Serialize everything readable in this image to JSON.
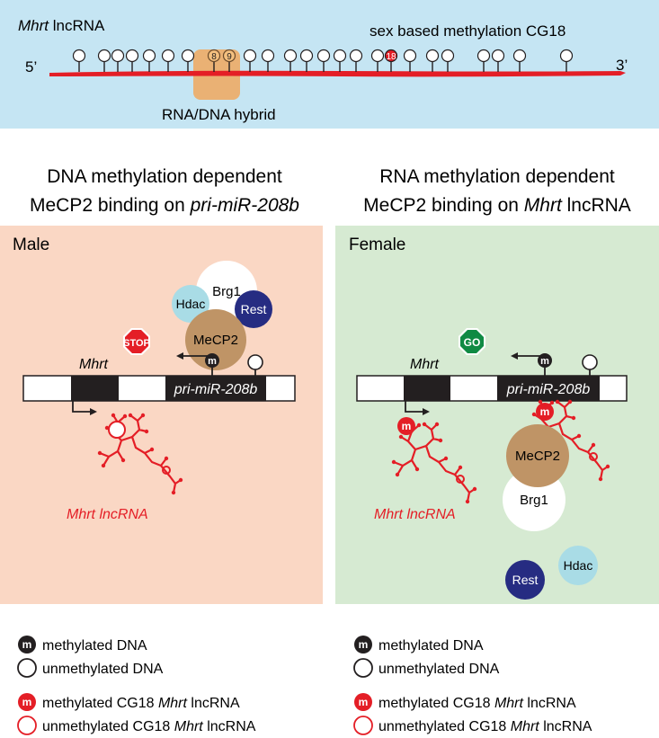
{
  "top_panel": {
    "title_gene": "Mhrt",
    "title_rest": " lncRNA",
    "methylation_label": "sex based methylation CG18",
    "five_prime": "5’",
    "three_prime": "3’",
    "hybrid_label": "RNA/DNA hybrid",
    "site_labels": [
      "8",
      "9",
      "18"
    ]
  },
  "left": {
    "heading_line1": "DNA methylation dependent",
    "heading_line2_prefix": "MeCP2 binding on ",
    "heading_line2_italic": "pri-miR-208b",
    "panel_label": "Male",
    "stop_sign": "STOP",
    "mhrt_label": "Mhrt",
    "gene_label": "pri-miR-208b",
    "proteins": {
      "brg1": "Brg1",
      "hdac": "Hdac",
      "rest": "Rest",
      "mecp2": "MeCP2"
    },
    "lncrna_label": "Mhrt lncRNA",
    "m_mark": "m"
  },
  "right": {
    "heading_line1": "RNA methylation dependent",
    "heading_line2_prefix": "MeCP2 binding on ",
    "heading_line2_italic": "Mhrt",
    "heading_line2_suffix": " lncRNA",
    "panel_label": "Female",
    "go_sign": "GO",
    "mhrt_label": "Mhrt",
    "gene_label": "pri-miR-208b",
    "proteins": {
      "brg1": "Brg1",
      "hdac": "Hdac",
      "rest": "Rest",
      "mecp2": "MeCP2"
    },
    "lncrna_label": "Mhrt lncRNA",
    "m_mark": "m"
  },
  "legend": {
    "methylated_dna": "methylated DNA",
    "unmethylated_dna": "unmethylated DNA",
    "methylated_rna_prefix": "methylated CG18 ",
    "unmethylated_rna_prefix": "unmethylated CG18 ",
    "rna_gene": "Mhrt",
    "rna_suffix": " lncRNA",
    "m_mark": "m"
  },
  "colors": {
    "top_bg": "#c5e5f3",
    "male_bg": "#fad7c4",
    "female_bg": "#d6ead2",
    "rna_red": "#e41e26",
    "hybrid_orange": "#f0a85d",
    "mecp2_brown": "#bf9466",
    "rest_blue": "#262c82",
    "hdac_cyan": "#a9dce6",
    "stop_red": "#e41e26",
    "go_green": "#0f8a43"
  }
}
